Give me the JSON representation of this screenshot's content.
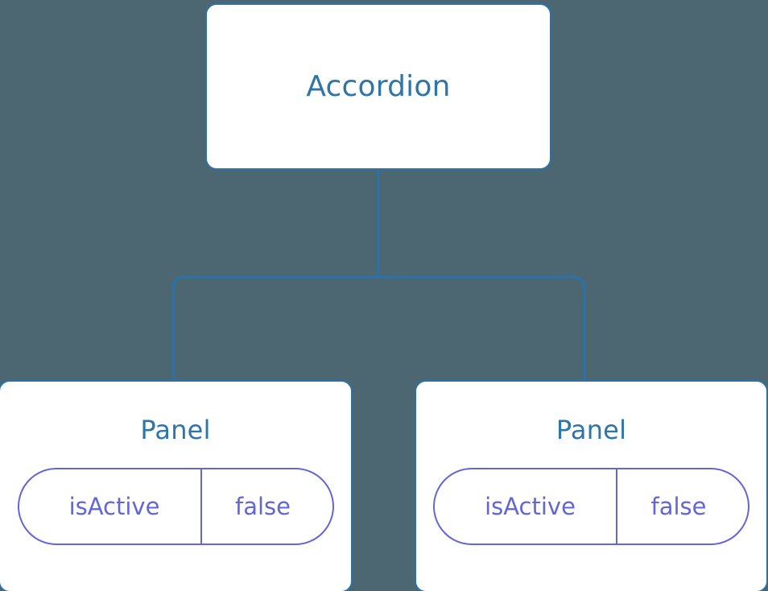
{
  "diagram": {
    "type": "component-tree",
    "background_color": "#4C6771",
    "edge_color": "#2A72A8",
    "node_border_color": "#2A72A8",
    "node_fill_color": "#FFFFFF",
    "node_title_color": "#2E76A8",
    "state_accent_color": "#6366D9",
    "root": {
      "title": "Accordion"
    },
    "children": [
      {
        "title": "Panel",
        "state": {
          "key": "isActive",
          "value": "false"
        }
      },
      {
        "title": "Panel",
        "state": {
          "key": "isActive",
          "value": "false"
        }
      }
    ]
  }
}
